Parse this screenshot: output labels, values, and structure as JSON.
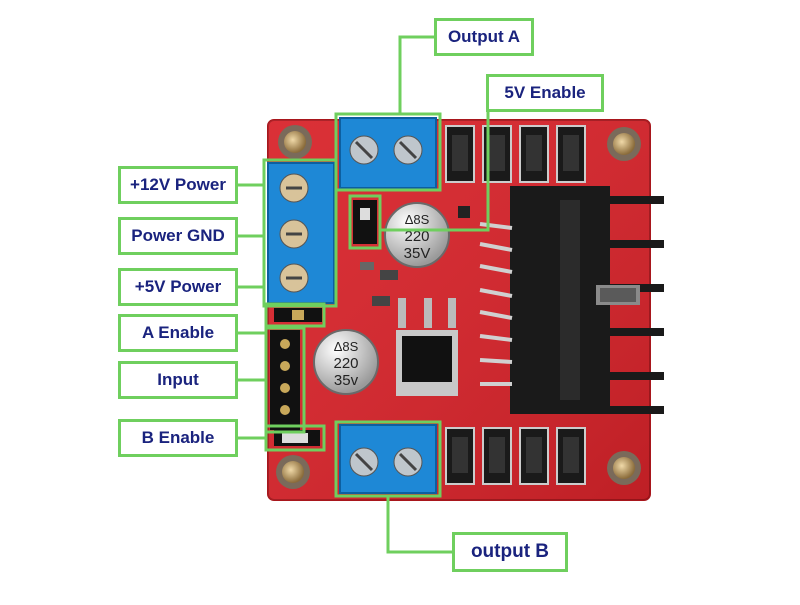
{
  "labels": {
    "output_a": "Output A",
    "enable_5v": "5V Enable",
    "power_12v": "+12V Power",
    "power_gnd": "Power GND",
    "power_5v": "+5V Power",
    "a_enable": "A Enable",
    "input": "Input",
    "b_enable": "B Enable",
    "output_b": "output B"
  },
  "components": {
    "capacitor_1": [
      "Δ8S",
      "220",
      "35V"
    ],
    "capacitor_2": [
      "Δ8S",
      "220",
      "35v"
    ]
  },
  "colors": {
    "board": "#d8232a",
    "terminal": "#1e88d6",
    "label_border": "#6fcf5e",
    "label_text": "#1a237e",
    "heatsink": "#1a1a1a",
    "capacitor": "#d9d9d9"
  }
}
